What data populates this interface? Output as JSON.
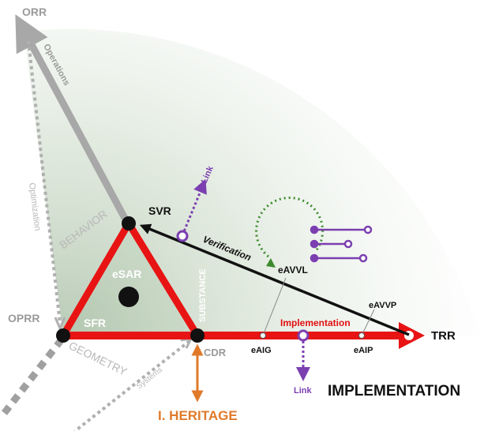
{
  "nodes": {
    "orr": "ORR",
    "svr": "SVR",
    "oprr": "OPRR",
    "sfr": "SFR",
    "cdr": "CDR",
    "trr": "TRR",
    "esar": "eSAR"
  },
  "axes": {
    "operations": "Operations",
    "optimization": "Optimization",
    "systems": "Systems",
    "behavior": "BEHAVIOR",
    "geometry": "GEOMETRY",
    "substance": "SUBSTANCE"
  },
  "flows": {
    "verification": "Verification",
    "implementation": "Implementation"
  },
  "milestones": {
    "eavvl": "eAVVL",
    "eavvp": "eAVVP",
    "eaig": "eAIG",
    "eaip": "eAIP"
  },
  "links": {
    "link_upper": "Link",
    "link_lower": "Link"
  },
  "titles": {
    "implementation": "IMPLEMENTATION",
    "heritage": "I. HERITAGE"
  },
  "colors": {
    "red": "#e81414",
    "black": "#111111",
    "grey_axis": "#a8a8a8",
    "purple": "#7b3fb0",
    "orange": "#e07a2a",
    "green_shade": "#8fae8a",
    "green_dotted": "#3e8a2e"
  }
}
